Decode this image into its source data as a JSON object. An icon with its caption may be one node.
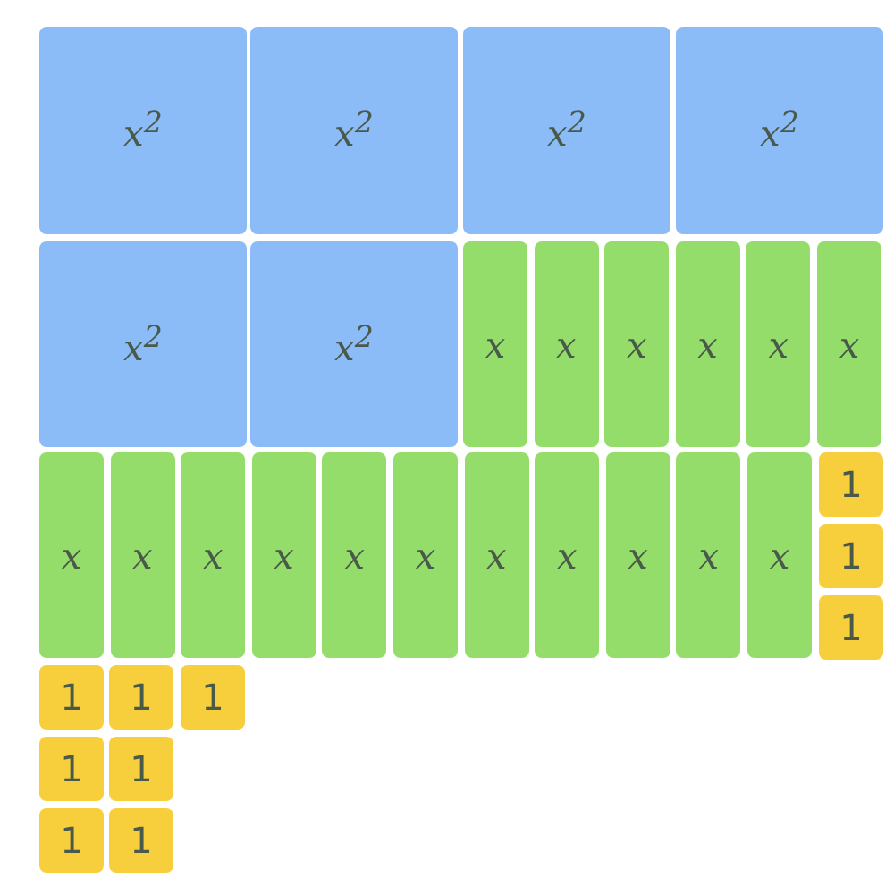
{
  "diagram": {
    "nodes": [
      {
        "text": [
          "x$^{2}$"
        ]
      },
      {
        "text": [
          "x$^{2}$"
        ]
      },
      {
        "text": [
          "x$^{2}$"
        ]
      },
      {
        "text": [
          "x$^{2}$"
        ]
      },
      {
        "text": [
          "x$^{2}$"
        ]
      },
      {
        "text": [
          "x$^{2}$"
        ]
      },
      {
        "text": [
          "x"
        ]
      },
      {
        "text": [
          "x"
        ]
      },
      {
        "text": [
          "x"
        ]
      },
      {
        "text": [
          "x"
        ]
      },
      {
        "text": [
          "x"
        ]
      },
      {
        "text": [
          "x"
        ]
      },
      {
        "text": [
          "x"
        ]
      },
      {
        "text": [
          "x"
        ]
      },
      {
        "text": [
          "x"
        ]
      },
      {
        "text": [
          "x"
        ]
      },
      {
        "text": [
          "x"
        ]
      },
      {
        "text": [
          "x"
        ]
      },
      {
        "text": [
          "x"
        ]
      },
      {
        "text": [
          "x"
        ]
      },
      {
        "text": [
          "x"
        ]
      },
      {
        "text": [
          "x"
        ]
      },
      {
        "text": [
          "x"
        ]
      },
      {
        "text": [
          "1"
        ]
      },
      {
        "text": [
          "1"
        ]
      },
      {
        "text": [
          "1"
        ]
      },
      {
        "text": [
          "1"
        ]
      },
      {
        "text": [
          "1"
        ]
      },
      {
        "text": [
          "1"
        ]
      },
      {
        "text": [
          "1"
        ]
      },
      {
        "text": [
          "1"
        ]
      },
      {
        "text": [
          "1"
        ]
      },
      {
        "text": [
          "1"
        ]
      }
    ]
  }
}
